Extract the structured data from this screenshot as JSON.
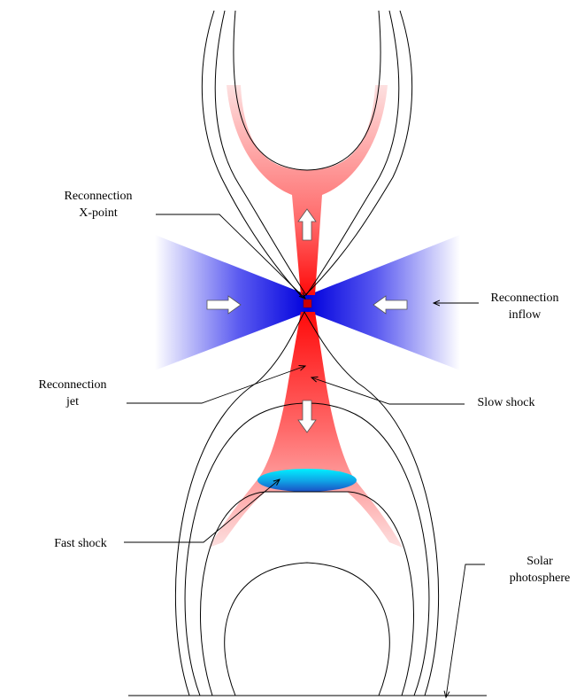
{
  "labels": {
    "x_point": {
      "line1": "Reconnection",
      "line2": "X-point"
    },
    "inflow": {
      "line1": "Reconnection",
      "line2": "inflow"
    },
    "jet": {
      "line1": "Reconnection",
      "line2": "jet"
    },
    "slow_shock": "Slow shock",
    "fast_shock": "Fast shock",
    "photosphere": {
      "line1": "Solar",
      "line2": "photosphere"
    }
  },
  "colors": {
    "inflow_blue": "#0000dd",
    "outflow_red": "#ff1010",
    "outflow_pink": "#f9aaaa",
    "fast_shock_cyan": "#00e8ff",
    "fast_shock_blue": "#1a66cc",
    "field_lines": "#000000"
  },
  "icons": [
    "arrow-up-icon",
    "arrow-down-icon",
    "arrow-right-icon",
    "arrow-left-icon"
  ]
}
